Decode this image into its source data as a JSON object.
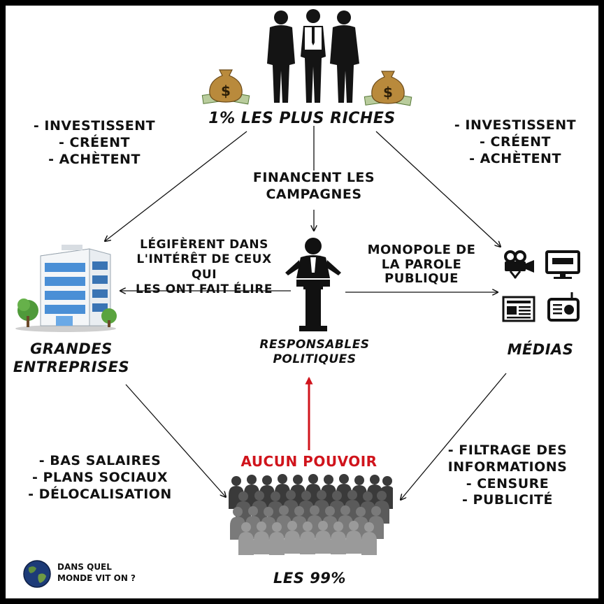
{
  "nodes": {
    "top": "1% LES PLUS RICHES",
    "left": [
      "GRANDES",
      "ENTREPRISES"
    ],
    "center": [
      "RESPONSABLES",
      "POLITIQUES"
    ],
    "right": "MÉDIAS",
    "bottom": "LES 99%"
  },
  "labels": {
    "top_left_actions": [
      "- INVESTISSENT",
      "- CRÉENT",
      "- ACHÈTENT"
    ],
    "top_right_actions": [
      "- INVESTISSENT",
      "- CRÉENT",
      "- ACHÈTENT"
    ],
    "finance": [
      "FINANCENT LES",
      "CAMPAGNES"
    ],
    "legislate": [
      "LÉGIFÈRENT DANS",
      "L'INTÉRÊT DE CEUX QUI",
      "LES ONT FAIT ÉLIRE"
    ],
    "monopoly": [
      "MONOPOLE DE",
      "LA PAROLE",
      "PUBLIQUE"
    ],
    "company_effects": [
      "- BAS SALAIRES",
      "- PLANS SOCIAUX",
      "- DÉLOCALISATION"
    ],
    "media_effects": [
      "- FILTRAGE DES",
      "INFORMATIONS",
      "- CENSURE",
      "- PUBLICITÉ"
    ],
    "no_power": "AUCUN POUVOIR"
  },
  "logo": [
    "DANS QUEL",
    "MONDE VIT ON ?"
  ],
  "icons": {
    "top": [
      "money-bag-icon",
      "businessmen-icon",
      "money-bag-icon"
    ],
    "left": "office-building-icon",
    "center": "politician-podium-icon",
    "right": [
      "video-camera-icon",
      "tv-news-icon",
      "newspaper-icon",
      "radio-icon"
    ],
    "bottom": "crowd-icon",
    "logo": "globe-icon"
  },
  "colors": {
    "accent": "#d0141c",
    "ink": "#111111",
    "border": "#000000"
  }
}
